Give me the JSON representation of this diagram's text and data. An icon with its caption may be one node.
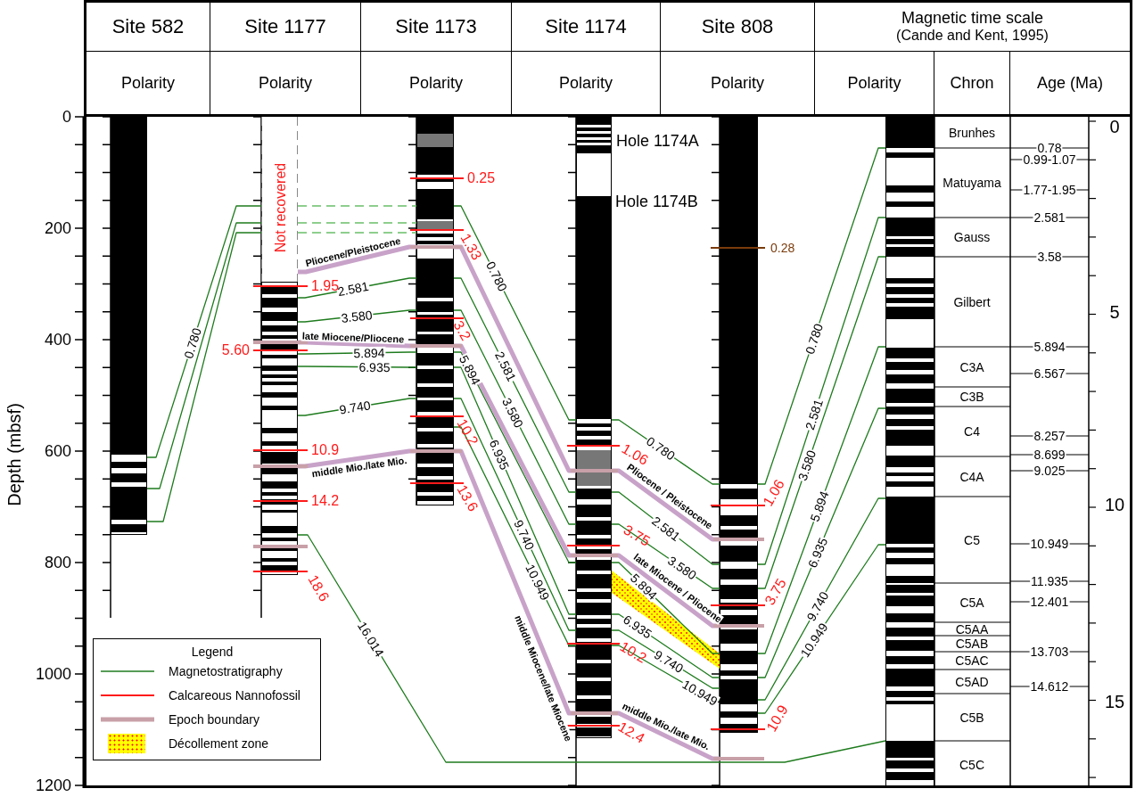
{
  "diagram": {
    "nodes": [
      {
        "text": [],
        "shape": "bar"
      },
      {
        "text": [],
        "shape": "bar",
        "beside": [
          "Not recovered",
          "1.95",
          "5.60",
          "10.9",
          "14.2",
          "18.6"
        ]
      },
      {
        "text": [],
        "shape": "bar",
        "beside": [
          "0.25",
          "1.33",
          "3.2",
          "10.2",
          "13.6"
        ]
      },
      {
        "text": [],
        "shape": "bar",
        "beside": [
          "Hole 1174A",
          "Hole 1174B",
          "1.06",
          "3.75",
          "10.2",
          "12.4"
        ]
      },
      {
        "text": [],
        "shape": "bar",
        "beside": [
          "0.28",
          "1.06",
          "3.75",
          "10.9"
        ]
      },
      {
        "text": [],
        "shape": "bar"
      }
    ],
    "edges": [
      {
        "from": 0,
        "to": 1,
        "arrow": "none",
        "label": "0.780"
      },
      {
        "from": 0,
        "to": 1,
        "arrow": "none"
      },
      {
        "from": 0,
        "to": 1,
        "arrow": "none"
      },
      {
        "from": 1,
        "to": 2,
        "arrow": "none",
        "style": "dashed",
        "color": "#6abf69"
      },
      {
        "from": 1,
        "to": 2,
        "arrow": "none",
        "style": "dashed",
        "color": "#6abf69"
      },
      {
        "from": 1,
        "to": 2,
        "arrow": "none",
        "style": "dashed",
        "color": "#6abf69"
      },
      {
        "from": 1,
        "to": 2,
        "arrow": "none",
        "label": "2.581"
      },
      {
        "from": 1,
        "to": 2,
        "arrow": "none",
        "label": "3.580"
      },
      {
        "from": 1,
        "to": 2,
        "arrow": "none",
        "label": "5.894"
      },
      {
        "from": 1,
        "to": 2,
        "arrow": "none",
        "label": "6.935"
      },
      {
        "from": 1,
        "to": 2,
        "arrow": "none",
        "label": "9.740"
      },
      {
        "from": 1,
        "to": 2,
        "arrow": "none",
        "label": "Pliocene/Pleistocene",
        "style": "thick",
        "color": "#c8a2c8"
      },
      {
        "from": 1,
        "to": 2,
        "arrow": "none",
        "label": "late Miocene/Pliocene",
        "style": "thick",
        "color": "#c8a2c8"
      },
      {
        "from": 1,
        "to": 2,
        "arrow": "none",
        "label": "middle Mio./late Mio.",
        "style": "thick",
        "color": "#c8a2c8"
      },
      {
        "from": 2,
        "to": 3,
        "arrow": "none",
        "label": "0.780"
      },
      {
        "from": 2,
        "to": 3,
        "arrow": "none",
        "label": "2.581"
      },
      {
        "from": 2,
        "to": 3,
        "arrow": "none",
        "label": "3.580"
      },
      {
        "from": 2,
        "to": 3,
        "arrow": "none",
        "label": "5.894"
      },
      {
        "from": 2,
        "to": 3,
        "arrow": "none",
        "label": "6.935"
      },
      {
        "from": 2,
        "to": 3,
        "arrow": "none",
        "label": "9.740"
      },
      {
        "from": 2,
        "to": 3,
        "arrow": "none",
        "label": "10.949"
      },
      {
        "from": 2,
        "to": 3,
        "arrow": "none",
        "style": "thick",
        "color": "#c8a2c8"
      },
      {
        "from": 2,
        "to": 3,
        "arrow": "none",
        "style": "thick",
        "color": "#c8a2c8"
      },
      {
        "from": 2,
        "to": 3,
        "arrow": "none",
        "label": "middle Miocene/late Miocene",
        "style": "thick",
        "color": "#c8a2c8"
      },
      {
        "from": 3,
        "to": 4,
        "arrow": "none",
        "label": "0.780"
      },
      {
        "from": 3,
        "to": 4,
        "arrow": "none",
        "label": "2.581"
      },
      {
        "from": 3,
        "to": 4,
        "arrow": "none",
        "label": "3.580"
      },
      {
        "from": 3,
        "to": 4,
        "arrow": "none",
        "label": "5.894"
      },
      {
        "from": 3,
        "to": 4,
        "arrow": "none",
        "label": "6.935"
      },
      {
        "from": 3,
        "to": 4,
        "arrow": "none",
        "label": "9.740"
      },
      {
        "from": 3,
        "to": 4,
        "arrow": "none",
        "label": "10.949"
      },
      {
        "from": 3,
        "to": 4,
        "arrow": "none",
        "label": "Pliocene / Pleistocene",
        "style": "thick",
        "color": "#c8a2c8"
      },
      {
        "from": 3,
        "to": 4,
        "arrow": "none",
        "label": "late Miocene / Pliocene",
        "style": "thick",
        "color": "#c8a2c8"
      },
      {
        "from": 3,
        "to": 4,
        "arrow": "none",
        "label": "middle Mio./late Mio.",
        "style": "thick",
        "color": "#c8a2c8"
      },
      {
        "from": 4,
        "to": 5,
        "arrow": "none",
        "label": "0.780"
      },
      {
        "from": 4,
        "to": 5,
        "arrow": "none",
        "label": "2.581"
      },
      {
        "from": 4,
        "to": 5,
        "arrow": "none",
        "label": "3.580"
      },
      {
        "from": 4,
        "to": 5,
        "arrow": "none",
        "label": "5.894"
      },
      {
        "from": 4,
        "to": 5,
        "arrow": "none",
        "label": "6.935"
      },
      {
        "from": 4,
        "to": 5,
        "arrow": "none",
        "label": "9.740"
      },
      {
        "from": 4,
        "to": 5,
        "arrow": "none",
        "label": "10.949"
      },
      {
        "from": 1,
        "to": 5,
        "arrow": "none",
        "label": "16.014"
      }
    ],
    "labels": [
      "Site 582",
      "Site 1177",
      "Site 1173",
      "Site 1174",
      "Site 808",
      "Magnetic time scale",
      "(Cande and Kent, 1995)",
      "Polarity",
      "Polarity",
      "Polarity",
      "Polarity",
      "Polarity",
      "Polarity",
      "Chron",
      "Age (Ma)",
      "Depth (mbsf)",
      "0",
      "200",
      "400",
      "600",
      "800",
      "1000",
      "1200",
      "0",
      "5",
      "10",
      "15",
      "Brunhes",
      "Matuyama",
      "Gauss",
      "Gilbert",
      "C3A",
      "C3B",
      "C4",
      "C4A",
      "C5",
      "C5A",
      "C5AA",
      "C5AB",
      "C5AC",
      "C5AD",
      "C5B",
      "C5C",
      "0.78",
      "0.99-1.07",
      "1.77-1.95",
      "2.581",
      "3.58",
      "5.894",
      "6.567",
      "8.257",
      "8.699",
      "9.025",
      "10.949",
      "11.935",
      "12.401",
      "13.703",
      "14.612",
      "Legend"
    ],
    "legend": [
      {
        "text": "Magnetostratigraphy"
      },
      {
        "text": "Calcareous Nannofossil"
      },
      {
        "text": "Epoch boundary"
      },
      {
        "text": "Décollement zone",
        "color": "#ffff00"
      }
    ]
  }
}
